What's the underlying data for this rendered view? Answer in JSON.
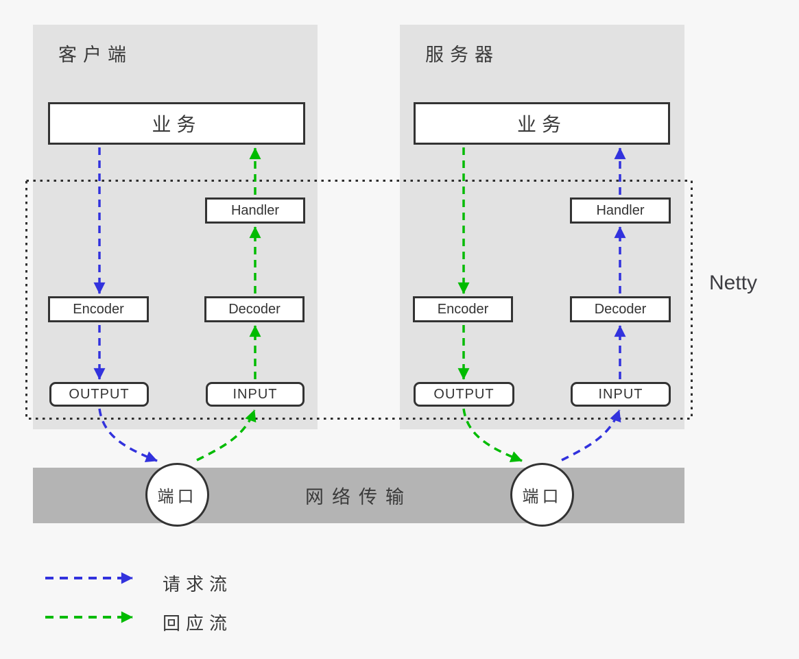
{
  "colors": {
    "page_bg": "#f7f7f7",
    "panel_bg": "#e2e2e2",
    "bar_bg": "#b4b4b4",
    "box_border": "#333333",
    "dotted_border": "#2e2e2e",
    "request": "#3232dd",
    "response": "#00bb00",
    "text": "#3a3a3a"
  },
  "client": {
    "title": "客户端",
    "business": "业务",
    "handler": "Handler",
    "encoder": "Encoder",
    "decoder": "Decoder",
    "output": "OUTPUT",
    "input": "INPUT",
    "port": "端口"
  },
  "server": {
    "title": "服务器",
    "business": "业务",
    "handler": "Handler",
    "encoder": "Encoder",
    "decoder": "Decoder",
    "output": "OUTPUT",
    "input": "INPUT",
    "port": "端口"
  },
  "netty_label": "Netty",
  "network_bar_label": "网络传输",
  "legend": {
    "request": {
      "label": "请求流",
      "color": "#3232dd"
    },
    "response": {
      "label": "回应流",
      "color": "#00bb00"
    }
  }
}
